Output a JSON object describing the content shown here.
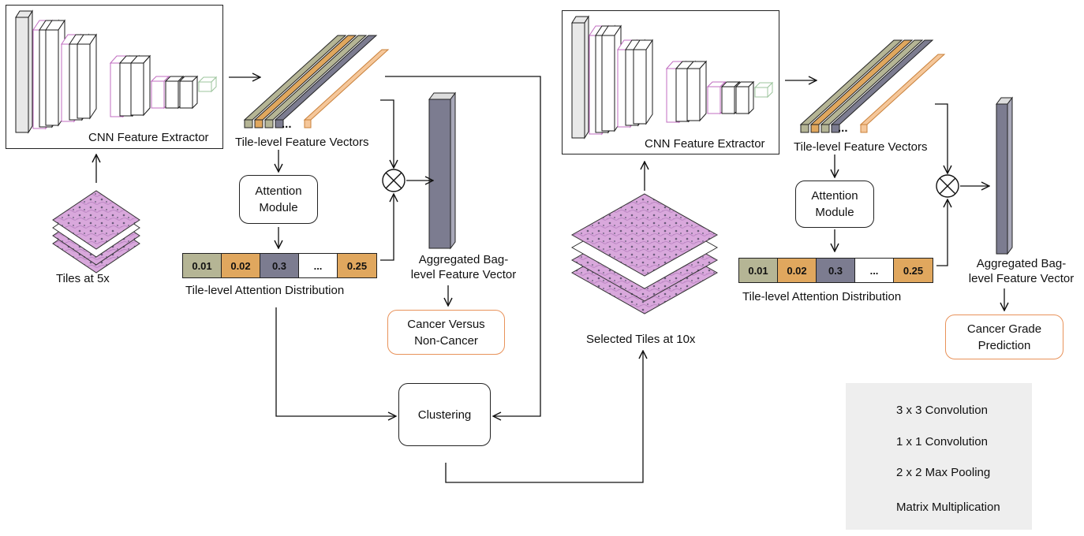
{
  "stage1": {
    "extractor_label": "CNN Feature Extractor",
    "features_label": "Tile-level Feature Vectors",
    "ellipsis": "...",
    "attention_module": [
      "Attention",
      "Module"
    ],
    "attention_values": [
      "0.01",
      "0.02",
      "0.3",
      "...",
      "0.25"
    ],
    "attention_label": "Tile-level Attention Distribution",
    "bag_label": [
      "Aggregated Bag-",
      "level Feature Vector"
    ],
    "output": [
      "Cancer Versus",
      "Non-Cancer"
    ],
    "tiles_label": "Tiles at 5x"
  },
  "clustering": "Clustering",
  "stage2": {
    "extractor_label": "CNN Feature Extractor",
    "features_label": "Tile-level Feature Vectors",
    "ellipsis": "...",
    "attention_module": [
      "Attention",
      "Module"
    ],
    "attention_values": [
      "0.01",
      "0.02",
      "0.3",
      "...",
      "0.25"
    ],
    "attention_label": "Tile-level Attention Distribution",
    "bag_label": [
      "Aggregated Bag-",
      "level Feature Vector"
    ],
    "output": [
      "Cancer Grade",
      "Prediction"
    ],
    "tiles_label": "Selected Tiles at 10x"
  },
  "legend": {
    "items": [
      "3 x 3 Convolution",
      "1 x 1 Convolution",
      "2 x 2 Max Pooling",
      "Matrix Multiplication"
    ]
  },
  "colors": {
    "olive": "#b5b595",
    "tan": "#e0a75e",
    "slate": "#7c7c90",
    "peach": "#f5c79a",
    "purple": "#c06cc0",
    "green": "#9cc49c",
    "tissue": "#d9a8dc",
    "orange_border": "#e8925a",
    "legend_bg": "#eeeeee"
  }
}
